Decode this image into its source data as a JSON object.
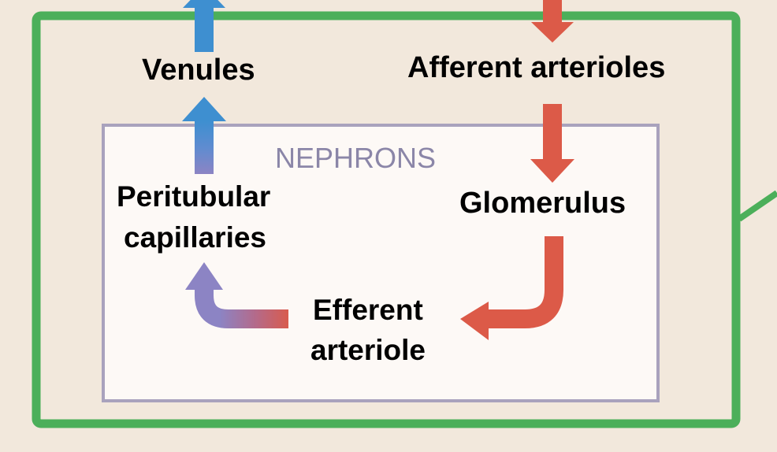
{
  "diagram": {
    "nephrons_label": "NEPHRONS",
    "venules": "Venules",
    "afferent_arterioles": "Afferent arterioles",
    "glomerulus": "Glomerulus",
    "peritubular_line1": "Peritubular",
    "peritubular_line2": "capillaries",
    "efferent_line1": "Efferent",
    "efferent_line2": "arteriole"
  },
  "colors": {
    "outer_frame": "#4caf5a",
    "nephron_box_border": "#a9a2bd",
    "nephron_box_fill": "#fdf9f6",
    "arterial": "#dc5a48",
    "venous": "#3e8fd0",
    "mixed": "#8c84c4",
    "background": "#f2e8dc"
  }
}
